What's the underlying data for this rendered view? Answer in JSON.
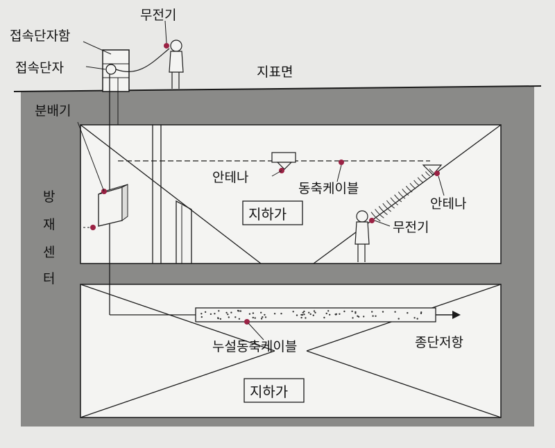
{
  "labels": {
    "junction_box": "접속단자함",
    "junction_terminal": "접속단자",
    "radio_top": "무전기",
    "ground_surface": "지표면",
    "distributor": "분배기",
    "disaster_center": [
      "방",
      "재",
      "센",
      "터"
    ],
    "antenna_left": "안테나",
    "coax_cable": "동축케이블",
    "antenna_right": "안테나",
    "underground_upper": "지하가",
    "radio_underground": "무전기",
    "leaky_coax": "누설동축케이블",
    "termination_resistor": "종단저항",
    "underground_lower": "지하가"
  },
  "colors": {
    "ground": "#8a8a88",
    "room": "#f4f4f2",
    "line": "#1a1a1a",
    "marker": "#9a2244"
  }
}
